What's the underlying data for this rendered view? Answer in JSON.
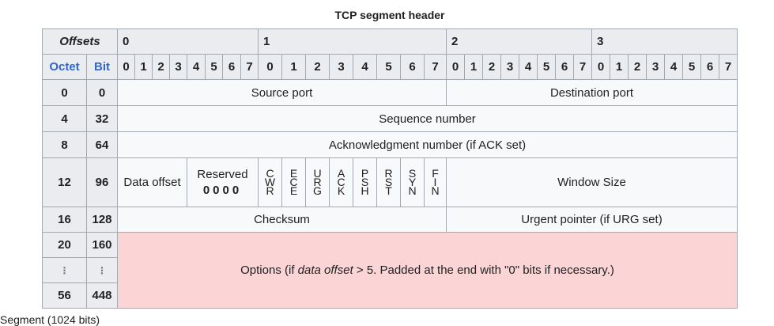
{
  "caption": "TCP segment header",
  "header": {
    "offsets": "Offsets",
    "octet": "Octet",
    "bit": "Bit",
    "bytes": [
      "0",
      "1",
      "2",
      "3"
    ],
    "bit_labels": [
      "0",
      "1",
      "2",
      "3",
      "4",
      "5",
      "6",
      "7",
      "0",
      "1",
      "2",
      "3",
      "4",
      "5",
      "6",
      "7",
      "0",
      "1",
      "2",
      "3",
      "4",
      "5",
      "6",
      "7",
      "0",
      "1",
      "2",
      "3",
      "4",
      "5",
      "6",
      "7"
    ]
  },
  "rows": {
    "r0": {
      "octet": "0",
      "bit": "0",
      "source_port": "Source port",
      "destination_port": "Destination port"
    },
    "r4": {
      "octet": "4",
      "bit": "32",
      "sequence": "Sequence number"
    },
    "r8": {
      "octet": "8",
      "bit": "64",
      "ack": "Acknowledgment number (if ACK set)"
    },
    "r12": {
      "octet": "12",
      "bit": "96",
      "data_offset": "Data offset",
      "reserved_label": "Reserved",
      "reserved_bits": "0000",
      "flags": [
        [
          "C",
          "W",
          "R"
        ],
        [
          "E",
          "C",
          "E"
        ],
        [
          "U",
          "R",
          "G"
        ],
        [
          "A",
          "C",
          "K"
        ],
        [
          "P",
          "S",
          "H"
        ],
        [
          "R",
          "S",
          "T"
        ],
        [
          "S",
          "Y",
          "N"
        ],
        [
          "F",
          "I",
          "N"
        ]
      ],
      "window": "Window Size"
    },
    "r16": {
      "octet": "16",
      "bit": "128",
      "checksum": "Checksum",
      "urgent": "Urgent pointer (if URG set)"
    },
    "r20": {
      "octet_a": "20",
      "bit_a": "160",
      "octet_dots": "⋮",
      "bit_dots": "⋮",
      "octet_b": "56",
      "bit_b": "448",
      "options_prefix": "Options (if ",
      "options_em": "data offset",
      "options_suffix": " > 5. Padded at the end with \"0\" bits if necessary.)"
    }
  },
  "footer": "Segment (1024 bits)",
  "colors": {
    "header_bg": "#eaecf0",
    "field_bg": "#f8f9fa",
    "options_bg": "#fbd4d6",
    "link": "#3366cc",
    "border": "#a2a9b1"
  }
}
